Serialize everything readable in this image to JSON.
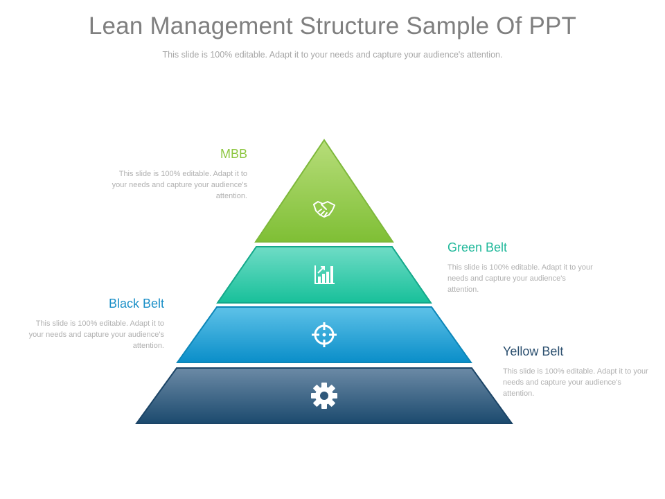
{
  "header": {
    "title": "Lean Management Structure Sample Of PPT",
    "subtitle": "This slide is 100% editable. Adapt it to your needs and capture your audience's attention."
  },
  "levels": [
    {
      "label": "MBB",
      "description": "This slide is 100% editable. Adapt it to your needs and capture your audience's attention.",
      "icon": "handshake-icon",
      "color": "#8cc63f"
    },
    {
      "label": "Green Belt",
      "description": "This slide is 100% editable. Adapt it to your needs and capture your audience's attention.",
      "icon": "bar-chart-icon",
      "color": "#1fb89a"
    },
    {
      "label": "Black Belt",
      "description": "This slide is 100% editable. Adapt it to your needs and capture your audience's attention.",
      "icon": "target-icon",
      "color": "#1a8fc7"
    },
    {
      "label": "Yellow Belt",
      "description": "This slide is 100% editable. Adapt it to your needs and capture your audience's attention.",
      "icon": "gear-icon",
      "color": "#2a4e6e"
    }
  ]
}
